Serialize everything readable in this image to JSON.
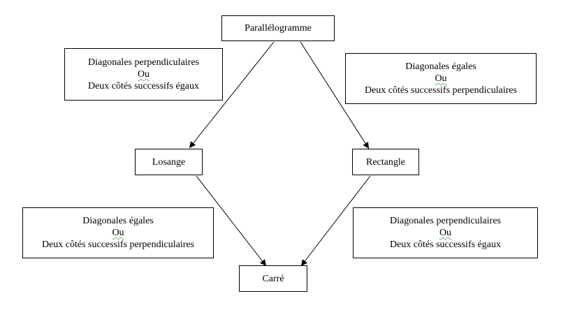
{
  "nodes": {
    "parallelogramme": "Parallélogramme",
    "losange": "Losange",
    "rectangle": "Rectangle",
    "carre": "Carré"
  },
  "conditions": {
    "para_to_losange": {
      "line1": "Diagonales perpendiculaires",
      "line2": "Ou",
      "line3": "Deux côtés successifs égaux"
    },
    "para_to_rectangle": {
      "line1": "Diagonales égales",
      "line2": "Ou",
      "line3": "Deux côtés successifs perpendiculaires"
    },
    "losange_to_carre": {
      "line1": "Diagonales égales",
      "line2": "Ou",
      "line3": "Deux côtés successifs perpendiculaires"
    },
    "rectangle_to_carre": {
      "line1": "Diagonales perpendiculaires",
      "line2": "Ou",
      "line3": "Deux côtés successifs égaux"
    }
  },
  "colors": {
    "stroke": "#000000",
    "spellcheck_underline": "#7fb27f"
  }
}
